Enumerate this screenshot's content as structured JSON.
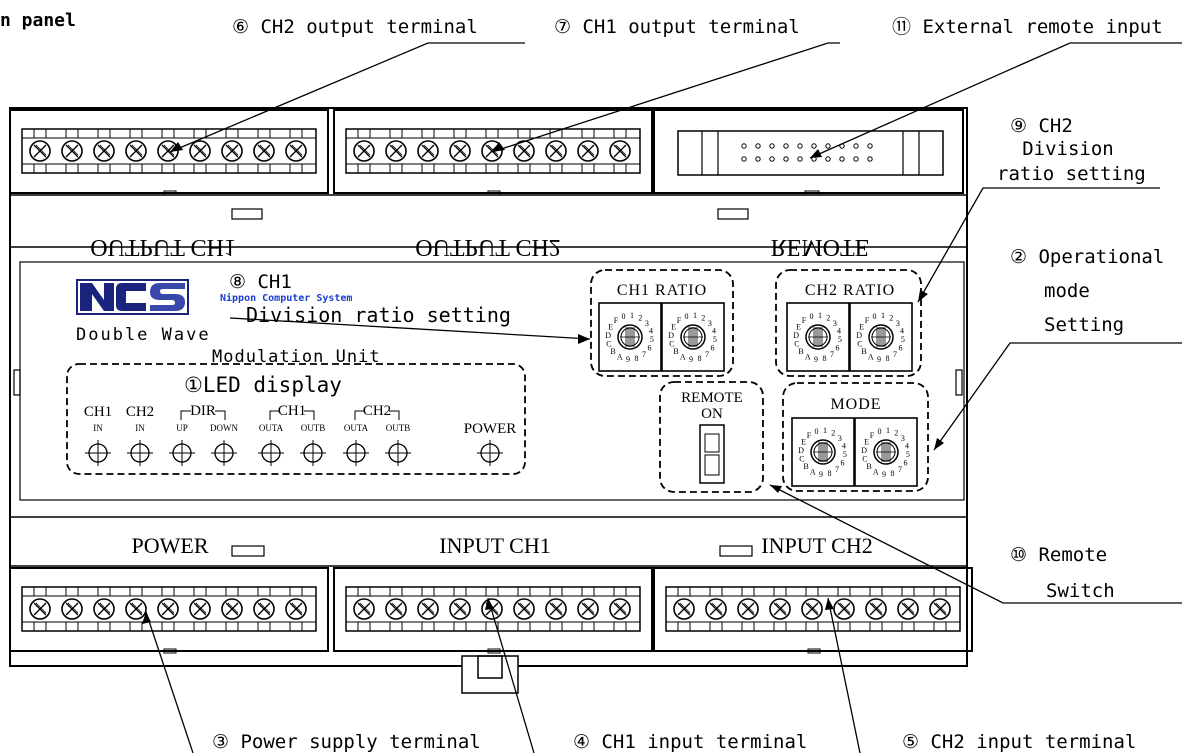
{
  "page_title": "n panel",
  "callouts": {
    "c6": "⑥ CH2 output terminal",
    "c7": "⑦ CH1 output terminal",
    "c11": "⑪ External remote input",
    "c9_l1": "⑨ CH2",
    "c9_l2": "Division",
    "c9_l3": "ratio setting",
    "c2_l1": "② Operational",
    "c2_l2": "mode",
    "c2_l3": "Setting",
    "c8_l1": "⑧ CH1",
    "c8_l2": "Division ratio setting",
    "c10_l1": "⑩ Remote",
    "c10_l2": "Switch",
    "c3": "③ Power supply terminal",
    "c4": "④ CH1 input terminal",
    "c5": "⑤ CH2 input terminal",
    "c1": "①LED display"
  },
  "device": {
    "label_output_ch1": "OUTPUT CH1",
    "label_output_ch2": "OUTPUT CH2",
    "label_remote": "REMOTE",
    "label_power": "POWER",
    "label_input_ch1": "INPUT CH1",
    "label_input_ch2": "INPUT CH2",
    "logo": "NCS",
    "company": "Nippon Computer System",
    "product_l1": "Double Wave",
    "product_l2": "Modulation Unit",
    "ch1_ratio": "CH1 RATIO",
    "ch2_ratio": "CH2 RATIO",
    "mode": "MODE",
    "remote_l1": "REMOTE",
    "remote_l2": "ON",
    "dial_digits": "0123456789ABCDEF"
  },
  "leds": [
    {
      "top": "CH1",
      "sub": "IN"
    },
    {
      "top": "CH2",
      "sub": "IN"
    },
    {
      "top": "",
      "sub": "UP"
    },
    {
      "top": "",
      "sub": "DOWN"
    },
    {
      "top": "",
      "sub": "OUTA"
    },
    {
      "top": "",
      "sub": "OUTB"
    },
    {
      "top": "",
      "sub": "OUTA"
    },
    {
      "top": "",
      "sub": "OUTB"
    },
    {
      "top": "",
      "sub": "POWER"
    }
  ],
  "led_groups": [
    {
      "label": "DIR"
    },
    {
      "label": "CH1"
    },
    {
      "label": "CH2"
    }
  ]
}
